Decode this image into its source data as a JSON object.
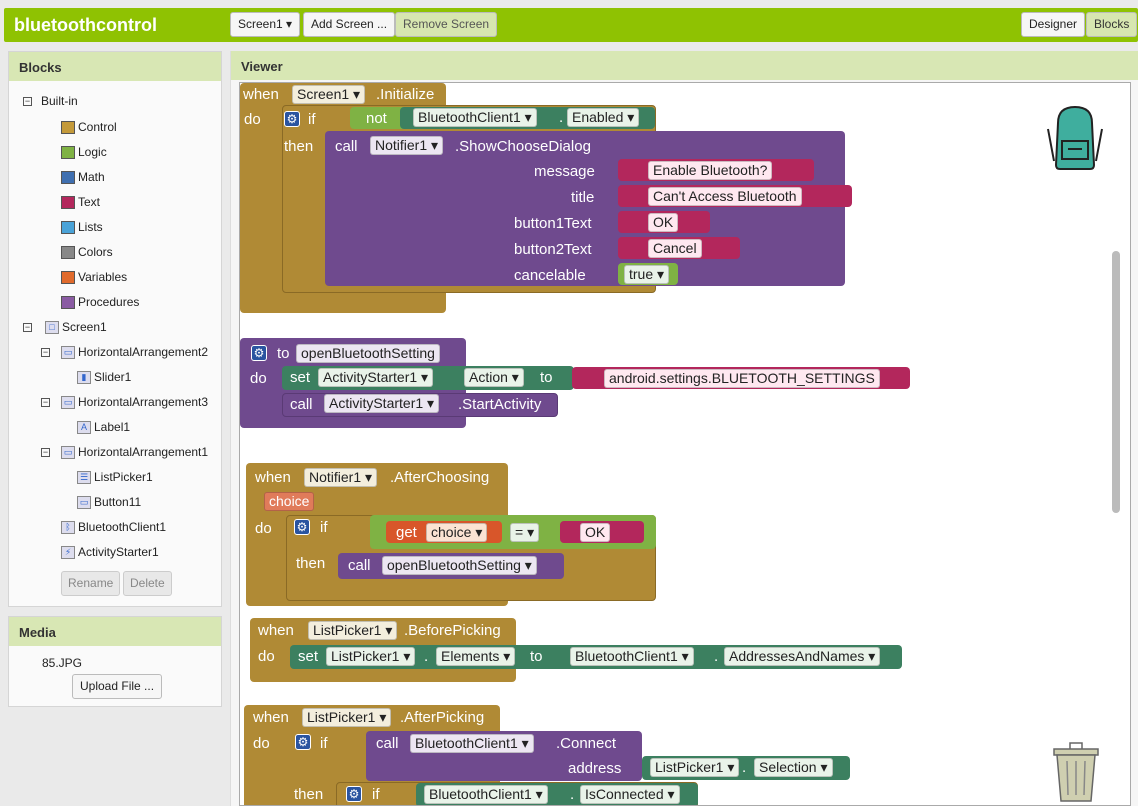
{
  "app": {
    "title": "bluetoothcontrol"
  },
  "toolbar": {
    "screen": "Screen1 ▾",
    "add_screen": "Add Screen ...",
    "remove_screen": "Remove Screen",
    "designer": "Designer",
    "blocks": "Blocks"
  },
  "blocks_panel": {
    "title": "Blocks",
    "builtin": "Built-in",
    "categories": [
      "Control",
      "Logic",
      "Math",
      "Text",
      "Lists",
      "Colors",
      "Variables",
      "Procedures"
    ],
    "category_colors": [
      "#c49a3a",
      "#7fb244",
      "#3f6fb0",
      "#b3275c",
      "#4aa3d8",
      "#888888",
      "#e06a2c",
      "#8a5ba3"
    ],
    "components": [
      "Screen1",
      "HorizontalArrangement2",
      "Slider1",
      "HorizontalArrangement3",
      "Label1",
      "HorizontalArrangement1",
      "ListPicker1",
      "Button11",
      "BluetoothClient1",
      "ActivityStarter1"
    ],
    "rename": "Rename",
    "delete": "Delete"
  },
  "media": {
    "title": "Media",
    "file": "85.JPG",
    "upload": "Upload File ..."
  },
  "viewer": {
    "title": "Viewer"
  },
  "blocks": {
    "b1": {
      "when": "when",
      "screen": "Screen1 ▾",
      "event": ".Initialize",
      "do": "do",
      "if": "if",
      "not": "not",
      "bt": "BluetoothClient1 ▾",
      "dot": ".",
      "enabled": "Enabled ▾",
      "then": "then",
      "call": "call",
      "notifier": "Notifier1 ▾",
      "method": ".ShowChooseDialog",
      "message": "message",
      "title": "title",
      "b1": "button1Text",
      "b2": "button2Text",
      "cancelable": "cancelable",
      "s_msg": "Enable Bluetooth?",
      "s_title": "Can't Access Bluetooth",
      "s_ok": "OK",
      "s_cancel": "Cancel",
      "true": "true ▾"
    },
    "b2": {
      "to": "to",
      "name": "openBluetoothSetting",
      "do": "do",
      "set": "set",
      "as": "ActivityStarter1 ▾",
      "action": "Action ▾",
      "to2": "to",
      "value": "android.settings.BLUETOOTH_SETTINGS",
      "call": "call",
      "as2": "ActivityStarter1 ▾",
      "method": ".StartActivity"
    },
    "b3": {
      "when": "when",
      "notifier": "Notifier1 ▾",
      "event": ".AfterChoosing",
      "param": "choice",
      "do": "do",
      "if": "if",
      "get": "get",
      "choice": "choice ▾",
      "eq": "= ▾",
      "ok": "OK",
      "then": "then",
      "call": "call",
      "proc": "openBluetoothSetting ▾"
    },
    "b4": {
      "when": "when",
      "lp": "ListPicker1 ▾",
      "event": ".BeforePicking",
      "do": "do",
      "set": "set",
      "lp2": "ListPicker1 ▾",
      "dot": ".",
      "elements": "Elements ▾",
      "to": "to",
      "bt": "BluetoothClient1 ▾",
      "dot2": ".",
      "prop": "AddressesAndNames ▾"
    },
    "b5": {
      "when": "when",
      "lp": "ListPicker1 ▾",
      "event": ".AfterPicking",
      "do": "do",
      "if": "if",
      "call": "call",
      "bt": "BluetoothClient1 ▾",
      "method": ".Connect",
      "address": "address",
      "lp2": "ListPicker1 ▾",
      "dot": ".",
      "selection": "Selection ▾",
      "then": "then",
      "if2": "if",
      "bt2": "BluetoothClient1 ▾",
      "dot2": ".",
      "connected": "IsConnected ▾"
    }
  },
  "colors": {
    "control": "#b08a35",
    "procedure": "#6f4a8e",
    "component": "#3c8060",
    "text": "#b3275c",
    "logic": "#7fb244",
    "variable": "#d8562a"
  }
}
